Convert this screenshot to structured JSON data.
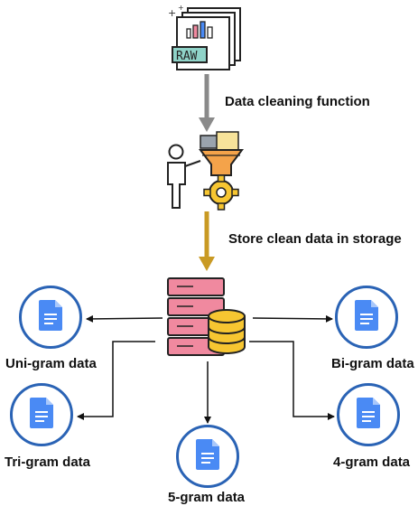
{
  "steps": {
    "cleaning_label": "Data cleaning function",
    "storage_label": "Store clean data in storage"
  },
  "raw_badge": "RAW",
  "outputs": {
    "unigram": "Uni-gram data",
    "bigram": "Bi-gram data",
    "trigram": "Tri-gram data",
    "fourgram": "4-gram data",
    "fivegram": "5-gram data"
  },
  "colors": {
    "gray_arrow": "#8a8a8a",
    "gold_arrow": "#c99a24",
    "doc_blue": "#4a8af4",
    "circle_border": "#2a63b5",
    "server_pink": "#f0899f",
    "database_gold": "#f7c631"
  },
  "icons": [
    "raw-documents-icon",
    "person-funnel-gear-icon",
    "server-database-icon",
    "document-icon"
  ]
}
